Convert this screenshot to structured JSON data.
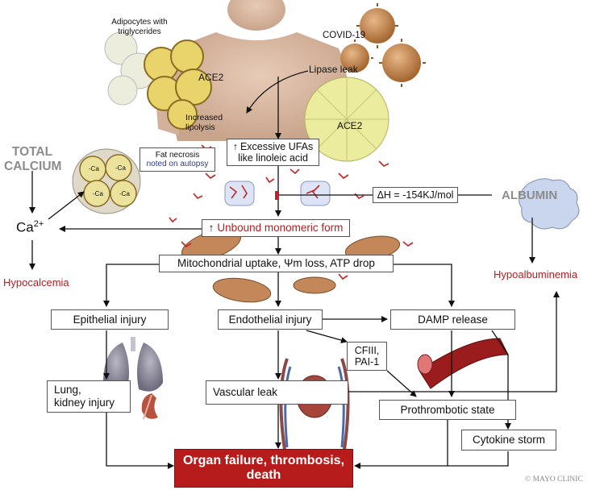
{
  "labels": {
    "adipocytes": "Adipocytes with triglycerides",
    "covid": "COVID-19",
    "lipase_leak": "Lipase leak",
    "ace2_left": "ACE2",
    "ace2_right": "ACE2",
    "increased_lipolysis": "Increased lipolysis",
    "total_calcium": "TOTAL CALCIUM",
    "calcium_base": "Ca",
    "calcium_sup": "2+",
    "fat_necrosis": "Fat necrosis",
    "fat_necrosis_note": "noted on autopsy",
    "albumin": "ALBUMIN",
    "hypocalcemia": "Hypocalcemia",
    "hypoalbuminemia": "Hypoalbuminemia",
    "copyright": "© MAYO CLINIC",
    "ca_label": "-Ca"
  },
  "boxes": {
    "excessive_ufas_line1": "Excessive UFAs",
    "excessive_ufas_line2": "like linoleic acid",
    "enthalpy": "ΔH = -154KJ/mol",
    "unbound": "Unbound monomeric form",
    "mito": "Mitochondrial uptake, Ψm loss, ATP drop",
    "epithelial": "Epithelial injury",
    "endothelial": "Endothelial injury",
    "damp": "DAMP release",
    "lung_line1": "Lung,",
    "lung_line2": "kidney injury",
    "vascular": "Vascular leak",
    "cfiii_line1": "CFIII,",
    "cfiii_line2": "PAI-1",
    "prothrombotic": "Prothrombotic state",
    "cytokine": "Cytokine storm",
    "organ": "Organ failure, thrombosis, death",
    "up_arrow": "↑"
  },
  "colors": {
    "accent_red": "#b21e22",
    "outcome_red": "#b71c1c",
    "gray_label": "#8c8c8c",
    "albumin_blue": "#c9d6ee",
    "adipocyte_yellow": "#e8d46a",
    "virus_orange": "#c88a4a"
  }
}
